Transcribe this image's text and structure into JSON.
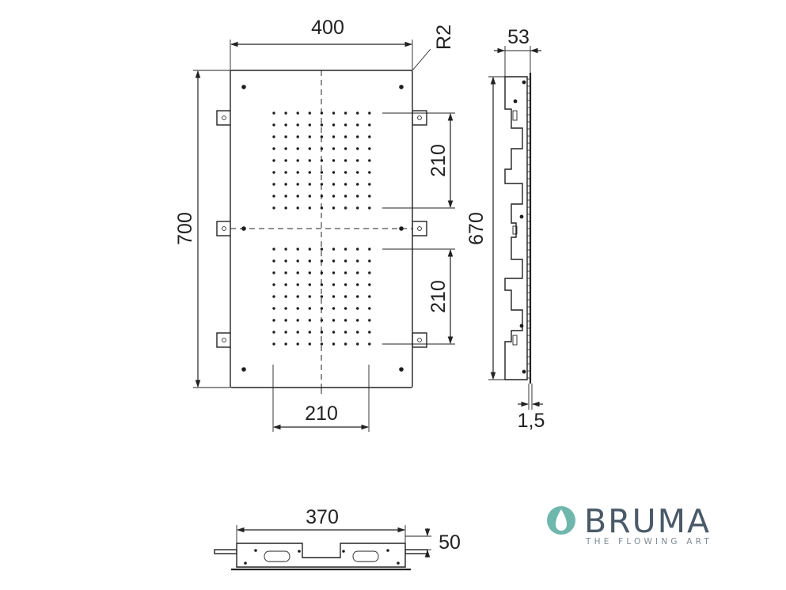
{
  "front_view": {
    "dim_width": "400",
    "dim_height": "700",
    "dim_radius": "R2",
    "dim_upper_block": "210",
    "dim_lower_block": "210",
    "dim_block_width": "210"
  },
  "side_view": {
    "dim_depth": "53",
    "dim_height": "670",
    "dim_thickness": "1,5"
  },
  "top_view": {
    "dim_length": "370",
    "dim_offset": "50"
  },
  "logo": {
    "brand": "BRUMA",
    "tagline": "THE FLOWING ART",
    "drop_color": "#6fb7ad",
    "text_color": "#4a5a68"
  }
}
